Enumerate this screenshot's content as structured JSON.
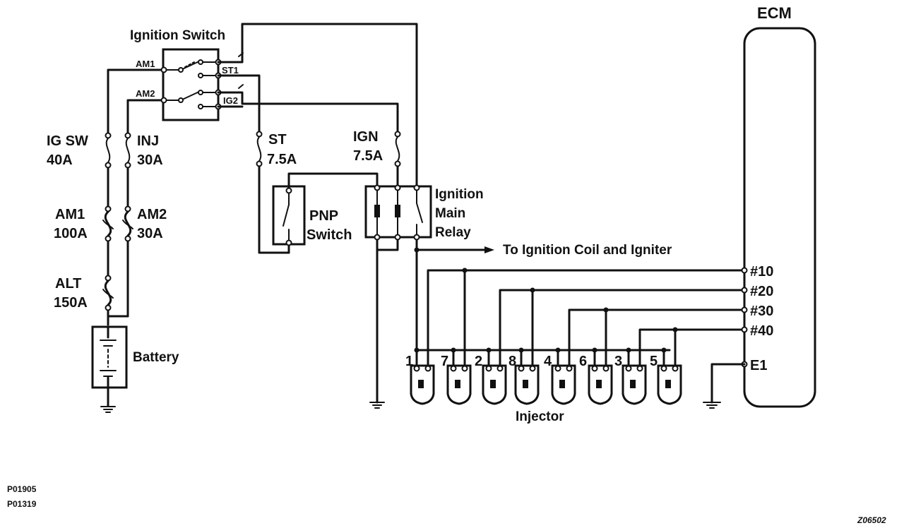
{
  "labels": {
    "ecm": "ECM",
    "ignition_switch": "Ignition Switch",
    "sw_am1": "AM1",
    "sw_am2": "AM2",
    "sw_st1": "ST1",
    "sw_ig2": "IG2",
    "fuse_igsw_name": "IG SW",
    "fuse_igsw_rating": "40A",
    "fuse_inj_name": "INJ",
    "fuse_inj_rating": "30A",
    "fuse_am1_name": "AM1",
    "fuse_am1_rating": "100A",
    "fuse_am2_name": "AM2",
    "fuse_am2_rating": "30A",
    "fuse_alt_name": "ALT",
    "fuse_alt_rating": "150A",
    "battery": "Battery",
    "fuse_st_name": "ST",
    "fuse_st_rating": "7.5A",
    "fuse_ign_name": "IGN",
    "fuse_ign_rating": "7.5A",
    "pnp_line1": "PNP",
    "pnp_line2": "Switch",
    "relay_line1": "Ignition",
    "relay_line2": "Main",
    "relay_line3": "Relay",
    "to_coil": "To Ignition Coil and Igniter",
    "ecm_pin_10": "#10",
    "ecm_pin_20": "#20",
    "ecm_pin_30": "#30",
    "ecm_pin_40": "#40",
    "ecm_pin_e1": "E1",
    "injector": "Injector",
    "inj_1": "1",
    "inj_7": "7",
    "inj_2": "2",
    "inj_8": "8",
    "inj_4": "4",
    "inj_6": "6",
    "inj_3": "3",
    "inj_5": "5",
    "code_1": "P01905",
    "code_2": "P01319",
    "fig_code": "Z06502"
  }
}
